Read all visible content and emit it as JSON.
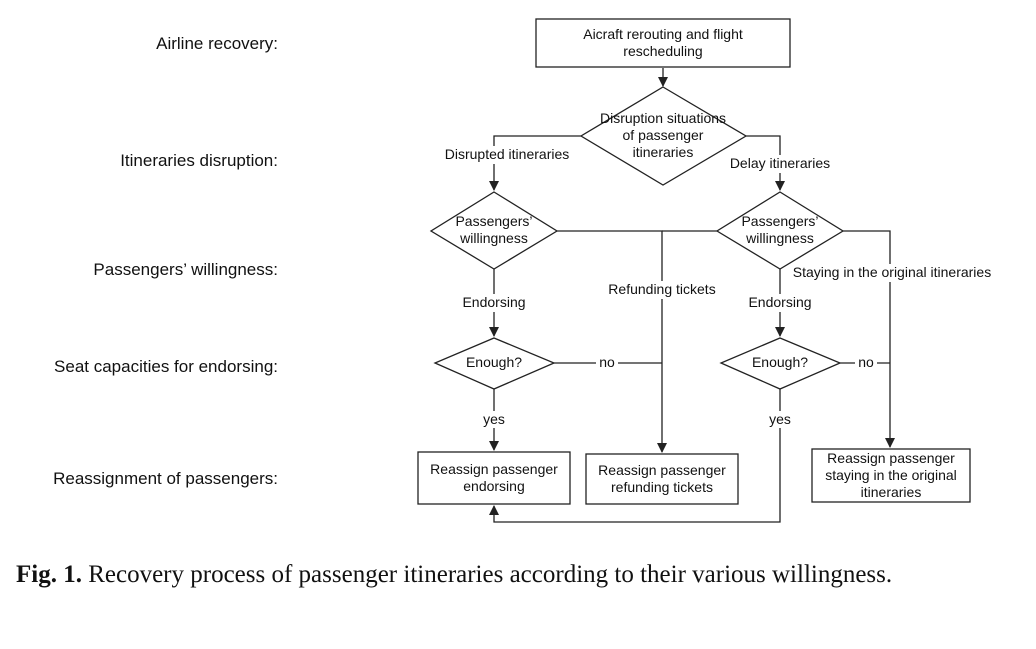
{
  "levels": {
    "airline_recovery": "Airline recovery:",
    "itineraries_disruption": "Itineraries disruption:",
    "passengers_willingness": "Passengers’ willingness:",
    "seat_capacities": "Seat capacities for endorsing:",
    "reassignment": "Reassignment of passengers:"
  },
  "nodes": {
    "start": [
      "Aicraft rerouting and flight",
      "rescheduling"
    ],
    "disruption": [
      "Disruption situations",
      "of passenger",
      "itineraries"
    ],
    "willingness_left": [
      "Passengers’",
      "willingness"
    ],
    "willingness_right": [
      "Passengers’",
      "willingness"
    ],
    "enough_left": "Enough?",
    "enough_right": "Enough?",
    "reassign_endorsing": [
      "Reassign  passenger",
      "endorsing"
    ],
    "reassign_refunding": [
      "Reassign passenger",
      "refunding tickets"
    ],
    "reassign_staying": [
      "Reassign passenger",
      "staying in the original",
      "itineraries"
    ]
  },
  "edges": {
    "disrupted": "Disrupted itineraries",
    "delay": "Delay itineraries",
    "refunding": "Refunding tickets",
    "staying": "Staying in the original itineraries",
    "endorsing_left": "Endorsing",
    "endorsing_right": "Endorsing",
    "no_left": "no",
    "no_right": "no",
    "yes_left": "yes",
    "yes_right": "yes"
  },
  "caption": {
    "label": "Fig. 1.",
    "text": "Recovery process of passenger itineraries according to their various willingness."
  }
}
